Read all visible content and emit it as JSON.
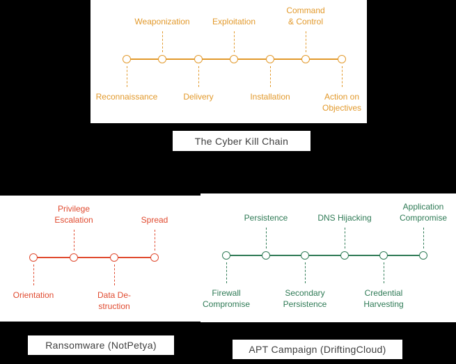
{
  "stage": {
    "background": "#000000",
    "panel_background": "#ffffff",
    "caption_color": "#3e3e3e"
  },
  "diagrams": [
    {
      "caption": "The Cyber Kill Chain",
      "color": "#E2992B",
      "nodes": [
        {
          "label": "Reconnaissance",
          "side": "below"
        },
        {
          "label": "Weaponization",
          "side": "above"
        },
        {
          "label": "Delivery",
          "side": "below"
        },
        {
          "label": "Exploitation",
          "side": "above"
        },
        {
          "label": "Installation",
          "side": "below"
        },
        {
          "label": "Command\n& Control",
          "side": "above"
        },
        {
          "label": "Action on\nObjectives",
          "side": "below"
        }
      ]
    },
    {
      "caption": "Ransomware (NotPetya)",
      "color": "#E04A2F",
      "nodes": [
        {
          "label": "Orientation",
          "side": "below"
        },
        {
          "label": "Privilege\nEscalation",
          "side": "above"
        },
        {
          "label": "Data De-\nstruction",
          "side": "below"
        },
        {
          "label": "Spread",
          "side": "above"
        }
      ]
    },
    {
      "caption": "APT Campaign (DriftingCloud)",
      "color": "#2E7A55",
      "nodes": [
        {
          "label": "Firewall\nCompromise",
          "side": "below"
        },
        {
          "label": "Persistence",
          "side": "above"
        },
        {
          "label": "Secondary\nPersistence",
          "side": "below"
        },
        {
          "label": "DNS Hijacking",
          "side": "above"
        },
        {
          "label": "Credential\nHarvesting",
          "side": "below"
        },
        {
          "label": "Application\nCompromise",
          "side": "above"
        }
      ]
    }
  ]
}
